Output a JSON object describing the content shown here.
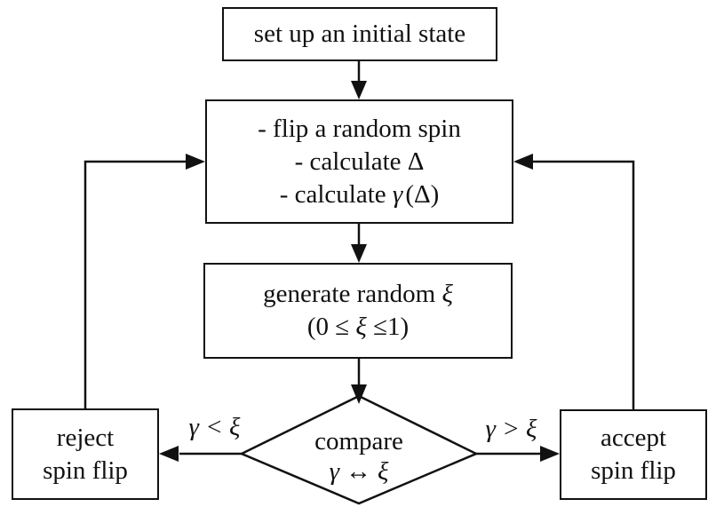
{
  "flowchart": {
    "nodes": {
      "setup": {
        "label": "set up an initial state"
      },
      "flip": {
        "line1": "- flip a random spin",
        "line2": "- calculate Δ",
        "line3_prefix": "- calculate ",
        "line3_gamma": "γ",
        "line3_suffix": "(Δ)"
      },
      "generate": {
        "line1_prefix": "generate random ",
        "line1_xi": "ξ",
        "line2_prefix": "(0 ≤ ",
        "line2_xi": "ξ",
        "line2_suffix": " ≤1)"
      },
      "compare": {
        "line1": "compare",
        "gamma": "γ",
        "arrow": "↔",
        "xi": "ξ"
      },
      "reject": {
        "line1": "reject",
        "line2": "spin flip"
      },
      "accept": {
        "line1": "accept",
        "line2": "spin flip"
      }
    },
    "edge_labels": {
      "reject_condition": "γ < ξ",
      "accept_condition": "γ > ξ"
    },
    "colors": {
      "line": "#111111",
      "background": "#ffffff"
    }
  }
}
